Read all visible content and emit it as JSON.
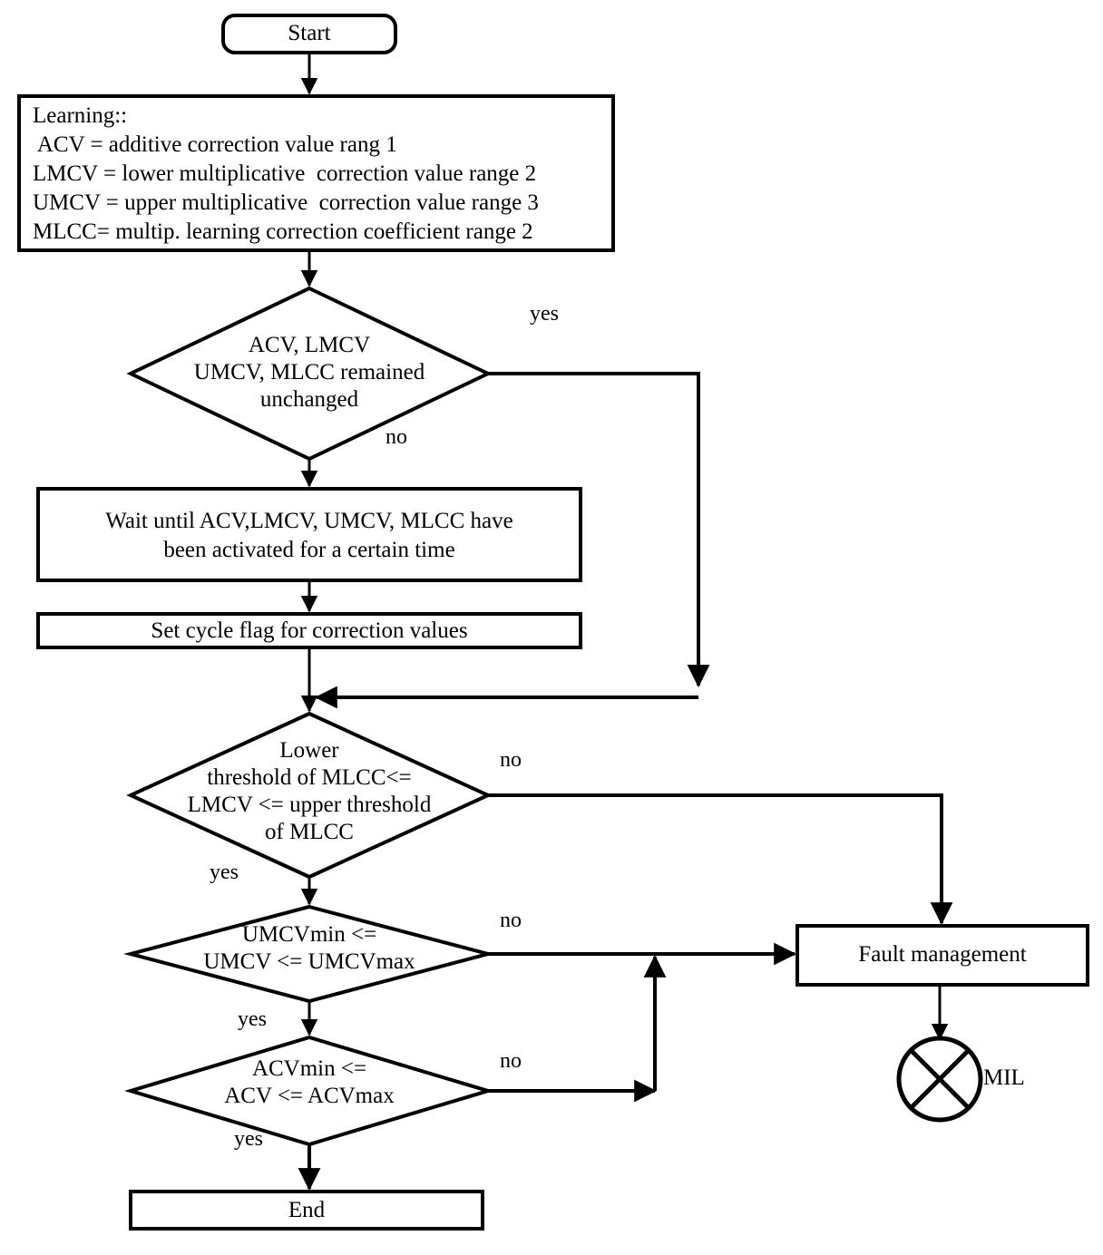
{
  "diagram": {
    "title": "Correction value learning diagnosis flowchart",
    "stroke_color": "#000000",
    "fill_color": "#ffffff",
    "background": "#ffffff"
  },
  "nodes": {
    "start": {
      "label": "Start",
      "shape": "rounded-rectangle"
    },
    "learning": {
      "shape": "rectangle",
      "line1": "Learning::",
      "line2": " ACV = additive correction value rang 1",
      "line3": "LMCV = lower multiplicative  correction value range 2",
      "line4": "UMCV = upper multiplicative  correction value range 3",
      "line5": "MLCC= multip. learning correction coefficient range 2"
    },
    "decision_unchanged": {
      "shape": "diamond",
      "line1": "ACV, LMCV",
      "line2": "UMCV, MLCC remained",
      "line3": "unchanged"
    },
    "wait_box": {
      "shape": "rectangle",
      "line1": "Wait until ACV,LMCV, UMCV, MLCC have",
      "line2": "been activated for a certain time"
    },
    "set_cycle_flag": {
      "shape": "rectangle",
      "label": "Set cycle flag for correction values"
    },
    "decision_mlcc": {
      "shape": "diamond",
      "line1": "Lower",
      "line2": "threshold of MLCC<=",
      "line3": "LMCV <= upper threshold",
      "line4": "of MLCC"
    },
    "decision_umcv": {
      "shape": "diamond",
      "line1": "UMCVmin <=",
      "line2": "UMCV <= UMCVmax"
    },
    "decision_acv": {
      "shape": "diamond",
      "line1": "ACVmin <=",
      "line2": "ACV <= ACVmax"
    },
    "end": {
      "label": "End",
      "shape": "rectangle"
    },
    "fault_management": {
      "label": "Fault management",
      "shape": "rectangle"
    },
    "mil": {
      "label": "MIL",
      "shape": "crossed-circle"
    }
  },
  "edge_labels": {
    "unchanged_yes": "yes",
    "unchanged_no": "no",
    "mlcc_no": "no",
    "mlcc_yes": "yes",
    "umcv_no": "no",
    "umcv_yes": "yes",
    "acv_no": "no",
    "acv_yes": "yes"
  }
}
